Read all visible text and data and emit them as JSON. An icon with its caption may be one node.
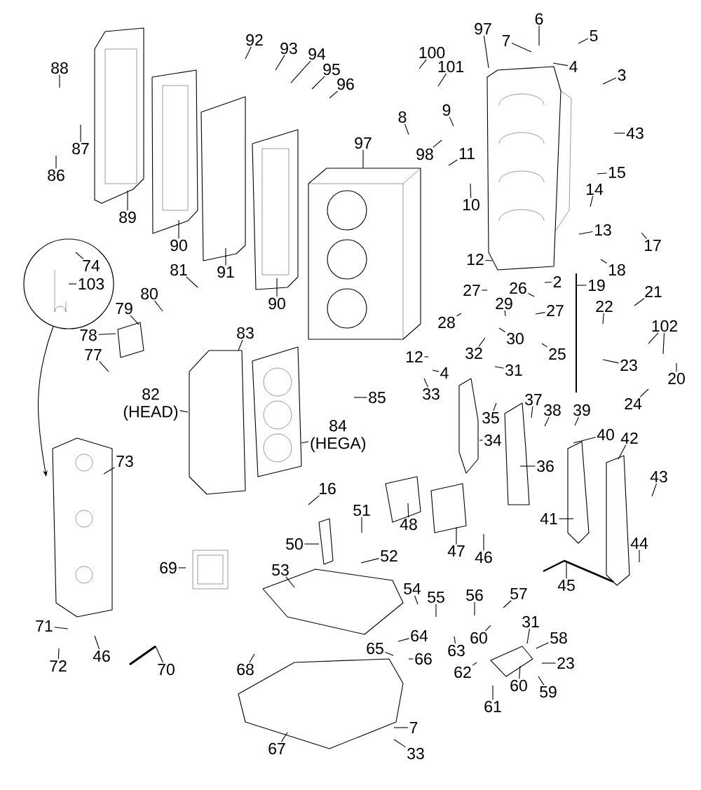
{
  "diagram": {
    "nodes": [
      {
        "text": [
          "88"
        ]
      },
      {
        "text": [
          "87"
        ]
      },
      {
        "text": [
          "86"
        ]
      },
      {
        "text": [
          "89"
        ]
      },
      {
        "text": [
          "92"
        ]
      },
      {
        "text": [
          "93"
        ]
      },
      {
        "text": [
          "94"
        ]
      },
      {
        "text": [
          "95"
        ]
      },
      {
        "text": [
          "96"
        ]
      },
      {
        "text": [
          "90"
        ]
      },
      {
        "text": [
          "91"
        ]
      },
      {
        "text": [
          "90"
        ]
      },
      {
        "text": [],
        "shape": "circle"
      },
      {
        "text": [
          "74"
        ],
        "in": 12
      },
      {
        "text": [
          "103"
        ],
        "in": 12
      },
      {
        "text": [
          "81"
        ]
      },
      {
        "text": [
          "80"
        ]
      },
      {
        "text": [
          "79"
        ]
      },
      {
        "text": [
          "78"
        ]
      },
      {
        "text": [
          "77"
        ]
      },
      {
        "text": [
          "83"
        ]
      },
      {
        "text": [
          "82 (HEAD)"
        ]
      },
      {
        "text": [
          "84 (HEGA)"
        ]
      },
      {
        "text": [
          "85"
        ]
      },
      {
        "text": [
          "73"
        ]
      },
      {
        "text": [
          "69"
        ]
      },
      {
        "text": [
          "70"
        ]
      },
      {
        "text": [
          "71"
        ]
      },
      {
        "text": [
          "72"
        ]
      },
      {
        "text": [
          "46"
        ]
      },
      {
        "text": [
          "16"
        ]
      },
      {
        "text": [
          "51"
        ]
      },
      {
        "text": [
          "50"
        ]
      },
      {
        "text": [
          "52"
        ]
      },
      {
        "text": [
          "53"
        ]
      },
      {
        "text": [
          "48"
        ]
      },
      {
        "text": [
          "47"
        ]
      },
      {
        "text": [
          "46"
        ]
      },
      {
        "text": [
          "34"
        ]
      },
      {
        "text": [
          "35"
        ]
      },
      {
        "text": [
          "36"
        ]
      },
      {
        "text": [
          "37"
        ]
      },
      {
        "text": [
          "38"
        ]
      },
      {
        "text": [
          "39"
        ]
      },
      {
        "text": [
          "40"
        ]
      },
      {
        "text": [
          "42"
        ]
      },
      {
        "text": [
          "43"
        ]
      },
      {
        "text": [
          "41"
        ]
      },
      {
        "text": [
          "44"
        ]
      },
      {
        "text": [
          "45"
        ]
      },
      {
        "text": [
          "54"
        ]
      },
      {
        "text": [
          "55"
        ]
      },
      {
        "text": [
          "56"
        ]
      },
      {
        "text": [
          "57"
        ]
      },
      {
        "text": [
          "60"
        ]
      },
      {
        "text": [
          "31"
        ]
      },
      {
        "text": [
          "58"
        ]
      },
      {
        "text": [
          "23"
        ]
      },
      {
        "text": [
          "62"
        ]
      },
      {
        "text": [
          "60"
        ]
      },
      {
        "text": [
          "59"
        ]
      },
      {
        "text": [
          "61"
        ]
      },
      {
        "text": [
          "63"
        ]
      },
      {
        "text": [
          "64"
        ]
      },
      {
        "text": [
          "65"
        ]
      },
      {
        "text": [
          "66"
        ]
      },
      {
        "text": [
          "68"
        ]
      },
      {
        "text": [
          "67"
        ]
      },
      {
        "text": [
          "7"
        ]
      },
      {
        "text": [
          "33"
        ]
      },
      {
        "text": [
          "6"
        ]
      },
      {
        "text": [
          "7"
        ]
      },
      {
        "text": [
          "5"
        ]
      },
      {
        "text": [
          "4"
        ]
      },
      {
        "text": [
          "3"
        ]
      },
      {
        "text": [
          "97"
        ]
      },
      {
        "text": [
          "100"
        ]
      },
      {
        "text": [
          "101"
        ]
      },
      {
        "text": [
          "8"
        ]
      },
      {
        "text": [
          "9"
        ]
      },
      {
        "text": [
          "98"
        ]
      },
      {
        "text": [
          "11"
        ]
      },
      {
        "text": [
          "97"
        ]
      },
      {
        "text": [
          "10"
        ]
      },
      {
        "text": [
          "43"
        ]
      },
      {
        "text": [
          "15"
        ]
      },
      {
        "text": [
          "14"
        ]
      },
      {
        "text": [
          "13"
        ]
      },
      {
        "text": [
          "17"
        ]
      },
      {
        "text": [
          "12"
        ]
      },
      {
        "text": [
          "18"
        ]
      },
      {
        "text": [
          "2"
        ]
      },
      {
        "text": [
          "26"
        ]
      },
      {
        "text": [
          "19"
        ]
      },
      {
        "text": [
          "21"
        ]
      },
      {
        "text": [
          "22"
        ]
      },
      {
        "text": [
          "27"
        ]
      },
      {
        "text": [
          "27"
        ]
      },
      {
        "text": [
          "29"
        ]
      },
      {
        "text": [
          "28"
        ]
      },
      {
        "text": [
          "30"
        ]
      },
      {
        "text": [
          "32"
        ]
      },
      {
        "text": [
          "25"
        ]
      },
      {
        "text": [
          "31"
        ]
      },
      {
        "text": [
          "102"
        ]
      },
      {
        "text": [
          "23"
        ]
      },
      {
        "text": [
          "20"
        ]
      },
      {
        "text": [
          "24"
        ]
      },
      {
        "text": [
          "12"
        ]
      },
      {
        "text": [
          "4"
        ]
      },
      {
        "text": [
          "33"
        ]
      }
    ],
    "edges": [
      {
        "from": 0,
        "to": null,
        "arrow": "none"
      },
      {
        "from": 1,
        "to": null,
        "arrow": "none"
      },
      {
        "from": 2,
        "to": null,
        "arrow": "none"
      },
      {
        "from": 3,
        "to": null,
        "arrow": "none"
      },
      {
        "from": 4,
        "to": null,
        "arrow": "none"
      },
      {
        "from": 5,
        "to": null,
        "arrow": "none"
      },
      {
        "from": 6,
        "to": null,
        "arrow": "none"
      },
      {
        "from": 7,
        "to": null,
        "arrow": "none"
      },
      {
        "from": 8,
        "to": null,
        "arrow": "none"
      },
      {
        "from": 9,
        "to": null,
        "arrow": "none"
      },
      {
        "from": 10,
        "to": null,
        "arrow": "none"
      },
      {
        "from": 11,
        "to": null,
        "arrow": "none"
      },
      {
        "from": 12,
        "to": null,
        "arrow": "to"
      },
      {
        "from": 13,
        "to": null,
        "arrow": "none"
      },
      {
        "from": 14,
        "to": null,
        "arrow": "none"
      },
      {
        "from": 15,
        "to": null,
        "arrow": "none"
      },
      {
        "from": 16,
        "to": null,
        "arrow": "none"
      },
      {
        "from": 17,
        "to": null,
        "arrow": "none"
      },
      {
        "from": 18,
        "to": null,
        "arrow": "none"
      },
      {
        "from": 19,
        "to": null,
        "arrow": "none"
      },
      {
        "from": 20,
        "to": null,
        "arrow": "none"
      },
      {
        "from": 21,
        "to": null,
        "arrow": "none"
      },
      {
        "from": 22,
        "to": null,
        "arrow": "none"
      },
      {
        "from": 23,
        "to": null,
        "arrow": "none"
      },
      {
        "from": 24,
        "to": null,
        "arrow": "none"
      },
      {
        "from": 25,
        "to": null,
        "arrow": "none"
      },
      {
        "from": 26,
        "to": null,
        "arrow": "none"
      },
      {
        "from": 27,
        "to": null,
        "arrow": "none"
      },
      {
        "from": 28,
        "to": null,
        "arrow": "none"
      },
      {
        "from": 29,
        "to": null,
        "arrow": "none"
      },
      {
        "from": 30,
        "to": null,
        "arrow": "none"
      },
      {
        "from": 31,
        "to": null,
        "arrow": "none"
      },
      {
        "from": 32,
        "to": null,
        "arrow": "none"
      },
      {
        "from": 33,
        "to": null,
        "arrow": "none"
      },
      {
        "from": 34,
        "to": null,
        "arrow": "none"
      },
      {
        "from": 35,
        "to": null,
        "arrow": "none"
      },
      {
        "from": 36,
        "to": null,
        "arrow": "none"
      },
      {
        "from": 37,
        "to": null,
        "arrow": "none"
      },
      {
        "from": 38,
        "to": null,
        "arrow": "none"
      },
      {
        "from": 39,
        "to": null,
        "arrow": "none"
      },
      {
        "from": 40,
        "to": null,
        "arrow": "none"
      },
      {
        "from": 41,
        "to": null,
        "arrow": "none"
      },
      {
        "from": 42,
        "to": null,
        "arrow": "none"
      },
      {
        "from": 43,
        "to": null,
        "arrow": "none"
      },
      {
        "from": 44,
        "to": null,
        "arrow": "none"
      },
      {
        "from": 45,
        "to": null,
        "arrow": "none"
      },
      {
        "from": 46,
        "to": null,
        "arrow": "none"
      },
      {
        "from": 47,
        "to": null,
        "arrow": "none"
      },
      {
        "from": 48,
        "to": null,
        "arrow": "none"
      },
      {
        "from": 49,
        "to": null,
        "arrow": "none"
      },
      {
        "from": 50,
        "to": null,
        "arrow": "none"
      },
      {
        "from": 51,
        "to": null,
        "arrow": "none"
      },
      {
        "from": 52,
        "to": null,
        "arrow": "none"
      },
      {
        "from": 53,
        "to": null,
        "arrow": "none"
      },
      {
        "from": 54,
        "to": null,
        "arrow": "none"
      },
      {
        "from": 55,
        "to": null,
        "arrow": "none"
      },
      {
        "from": 56,
        "to": null,
        "arrow": "none"
      },
      {
        "from": 57,
        "to": null,
        "arrow": "none"
      },
      {
        "from": 58,
        "to": null,
        "arrow": "none"
      },
      {
        "from": 59,
        "to": null,
        "arrow": "none"
      },
      {
        "from": 60,
        "to": null,
        "arrow": "none"
      },
      {
        "from": 61,
        "to": null,
        "arrow": "none"
      },
      {
        "from": 62,
        "to": null,
        "arrow": "none"
      },
      {
        "from": 63,
        "to": null,
        "arrow": "none"
      },
      {
        "from": 64,
        "to": null,
        "arrow": "none"
      },
      {
        "from": 65,
        "to": null,
        "arrow": "none"
      },
      {
        "from": 66,
        "to": null,
        "arrow": "none"
      },
      {
        "from": 67,
        "to": null,
        "arrow": "none"
      },
      {
        "from": 68,
        "to": null,
        "arrow": "none"
      },
      {
        "from": 69,
        "to": null,
        "arrow": "none"
      },
      {
        "from": 70,
        "to": null,
        "arrow": "none"
      },
      {
        "from": 71,
        "to": null,
        "arrow": "none"
      },
      {
        "from": 72,
        "to": null,
        "arrow": "none"
      },
      {
        "from": 73,
        "to": null,
        "arrow": "none"
      },
      {
        "from": 74,
        "to": null,
        "arrow": "none"
      },
      {
        "from": 75,
        "to": null,
        "arrow": "none"
      },
      {
        "from": 76,
        "to": null,
        "arrow": "none"
      },
      {
        "from": 77,
        "to": null,
        "arrow": "none"
      },
      {
        "from": 78,
        "to": null,
        "arrow": "none"
      },
      {
        "from": 79,
        "to": null,
        "arrow": "none"
      },
      {
        "from": 80,
        "to": null,
        "arrow": "none"
      },
      {
        "from": 81,
        "to": null,
        "arrow": "none"
      },
      {
        "from": 82,
        "to": null,
        "arrow": "none"
      },
      {
        "from": 83,
        "to": null,
        "arrow": "none"
      },
      {
        "from": 84,
        "to": null,
        "arrow": "none"
      },
      {
        "from": 85,
        "to": null,
        "arrow": "none"
      },
      {
        "from": 86,
        "to": null,
        "arrow": "none"
      },
      {
        "from": 87,
        "to": null,
        "arrow": "none"
      },
      {
        "from": 88,
        "to": null,
        "arrow": "none"
      },
      {
        "from": 89,
        "to": null,
        "arrow": "none"
      },
      {
        "from": 90,
        "to": null,
        "arrow": "none"
      },
      {
        "from": 91,
        "to": null,
        "arrow": "none"
      },
      {
        "from": 92,
        "to": null,
        "arrow": "none"
      },
      {
        "from": 93,
        "to": null,
        "arrow": "none"
      },
      {
        "from": 94,
        "to": null,
        "arrow": "none"
      },
      {
        "from": 95,
        "to": null,
        "arrow": "none"
      },
      {
        "from": 96,
        "to": null,
        "arrow": "none"
      },
      {
        "from": 97,
        "to": null,
        "arrow": "none"
      },
      {
        "from": 98,
        "to": null,
        "arrow": "none"
      },
      {
        "from": 99,
        "to": null,
        "arrow": "none"
      },
      {
        "from": 100,
        "to": null,
        "arrow": "none"
      },
      {
        "from": 101,
        "to": null,
        "arrow": "none"
      },
      {
        "from": 102,
        "to": null,
        "arrow": "none"
      },
      {
        "from": 103,
        "to": null,
        "arrow": "none"
      },
      {
        "from": 104,
        "to": null,
        "arrow": "none"
      },
      {
        "from": 104,
        "to": null,
        "arrow": "none"
      },
      {
        "from": 105,
        "to": null,
        "arrow": "none"
      },
      {
        "from": 106,
        "to": null,
        "arrow": "none"
      },
      {
        "from": 107,
        "to": null,
        "arrow": "none"
      },
      {
        "from": 108,
        "to": null,
        "arrow": "none"
      },
      {
        "from": 109,
        "to": null,
        "arrow": "none"
      },
      {
        "from": 110,
        "to": null,
        "arrow": "none"
      }
    ]
  }
}
